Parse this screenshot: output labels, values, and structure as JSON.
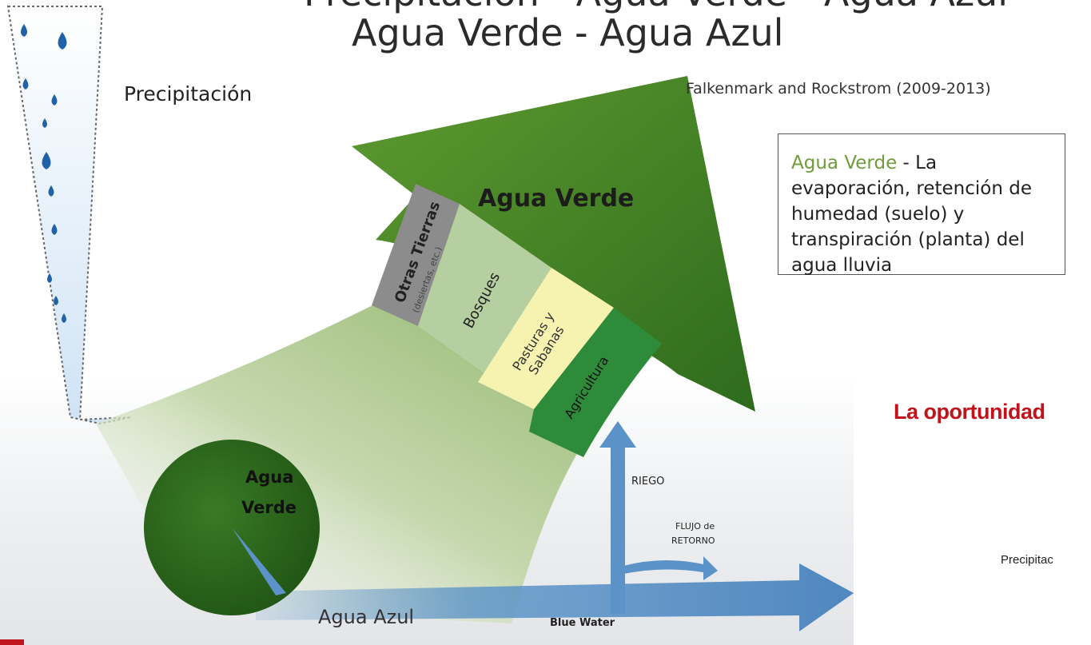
{
  "title": {
    "line1_partial": "Precipitación - Agua Verde - Agua Azul",
    "line2": "Agua Verde -  Agua Azul"
  },
  "precipitation_label": "Precipitación",
  "citation": "Falkenmark and Rockstrom (2009-2013)",
  "definition": {
    "term": "Agua Verde",
    "separator": " - ",
    "text": "La evaporación, retención de humedad (suelo) y transpiración (planta) del agua lluvia"
  },
  "arrow_label": "Agua Verde",
  "land_bands": [
    {
      "label": "Otras Tierras",
      "sublabel": "(desiertas, etc.)",
      "color": "#8c8c8c"
    },
    {
      "label": "Bosques",
      "color": "#b6cfa0"
    },
    {
      "label": "Pasturas y Sabanas",
      "color": "#f6f3b0"
    },
    {
      "label": "Agricultura",
      "color": "#2e8b3a"
    }
  ],
  "circle_label": [
    "Agua",
    "Verde"
  ],
  "blue_flow": {
    "main_label": "Agua Azul",
    "blue_water_label": "Blue Water",
    "riego_label": "RIEGO",
    "retorno_label": [
      "FLUJO de",
      "RETORNO"
    ]
  },
  "opportunity_text": "La oportunidad",
  "precip_small": "Precipitac",
  "colors": {
    "dark_green": "#2f6e1e",
    "mid_green": "#5a8f2c",
    "light_green": "#9fc37a",
    "blue": "#5b93c8",
    "drop_blue": "#1f62a8",
    "accent_red": "#c0141c"
  }
}
